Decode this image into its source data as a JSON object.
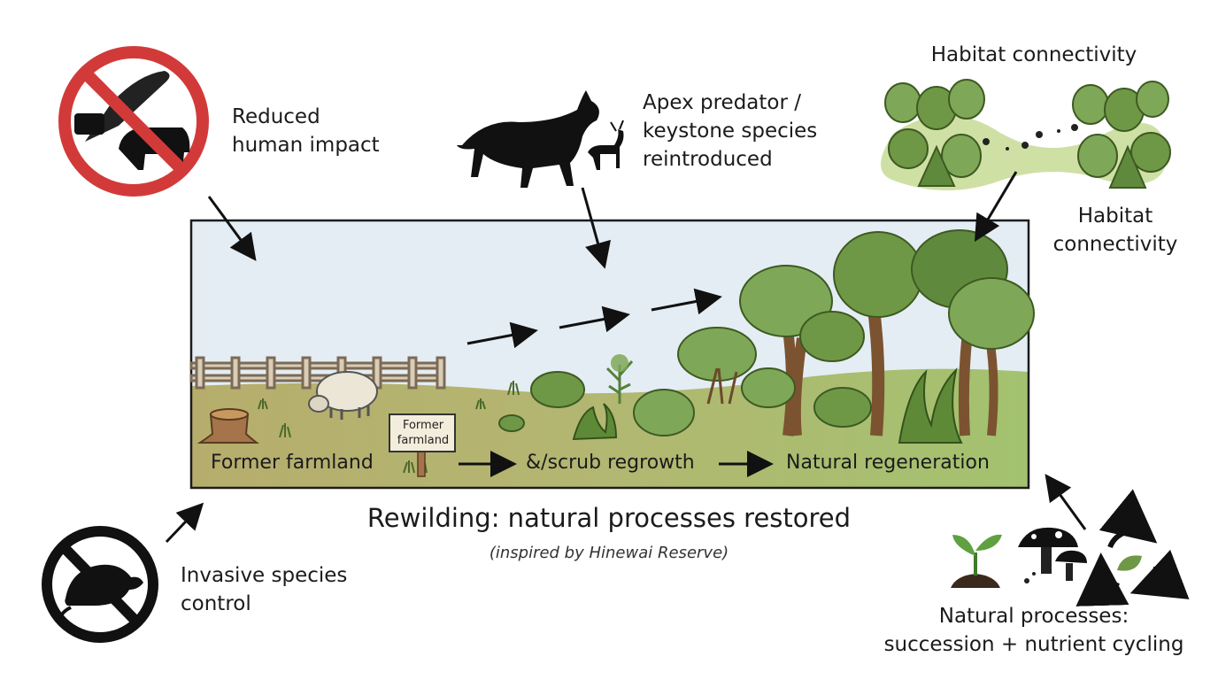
{
  "labels": {
    "reduced_impact": "Reduced\nhuman impact",
    "apex_predator": "Apex predator /\nkeystone species\nreintroduced",
    "habitat_top": "Habitat connectivity",
    "habitat_side": "Habitat\nconnectivity",
    "invasive": "Invasive species\ncontrol",
    "natural_processes": "Natural processes:\nsuccession + nutrient cycling"
  },
  "stages": {
    "stage1": "Former farmland",
    "stage2": "&/scrub regrowth",
    "stage3": "Natural regeneration"
  },
  "sign": {
    "text": "Former\nfarmland"
  },
  "title": "Rewilding: natural processes restored",
  "subtitle": "(inspired by Hinewai Reserve)",
  "colors": {
    "sky": "#e4edf3",
    "ground_farm": "#b8b070",
    "ground_forest": "#a6c26e",
    "tree_canopy": "#7ea857",
    "tree_dark": "#5f8a3d",
    "trunk": "#9a6a3f",
    "prohibit_red": "#d23a3a",
    "corridor": "#cfe0a4"
  },
  "icons": [
    "no-chainsaw-livestock-icon",
    "wolf-icon",
    "deer-icon",
    "habitat-corridor-icon",
    "no-rat-icon",
    "seedling-icon",
    "mushroom-icon",
    "recycle-leaf-icon"
  ]
}
